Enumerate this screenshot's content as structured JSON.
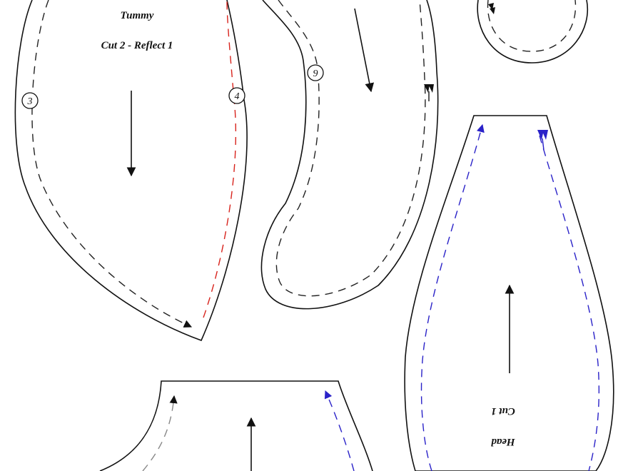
{
  "tummy": {
    "title": "Tummy",
    "instruction": "Cut 2 - Reflect 1",
    "marker_left": "3",
    "marker_right": "4"
  },
  "body_piece": {
    "marker": "9"
  },
  "head": {
    "title": "Head",
    "instruction": "Cut 1"
  },
  "colors": {
    "outline": "#111111",
    "seam": "#222222",
    "seam_red": "#d8231c",
    "seam_blue": "#2a22c8",
    "seam_grey": "#888888"
  }
}
